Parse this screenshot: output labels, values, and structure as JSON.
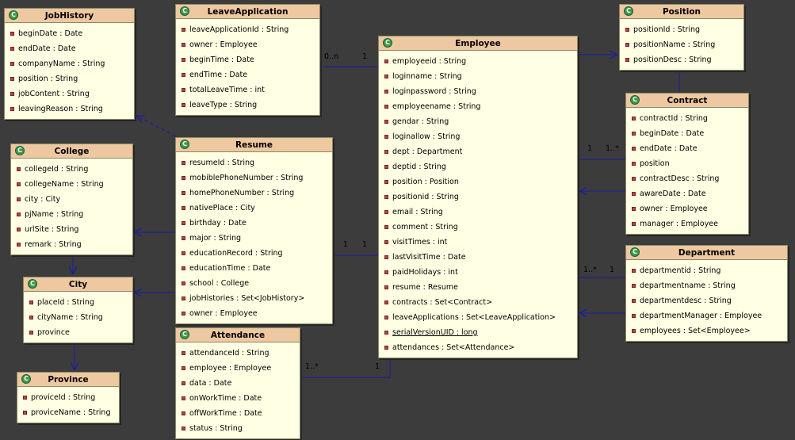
{
  "classes": {
    "jobhistory": {
      "name": "JobHistory",
      "attrs": [
        "beginDate : Date",
        "endDate : Date",
        "companyName : String",
        "position : String",
        "jobContent : String",
        "leavingReason : String"
      ]
    },
    "leaveapplication": {
      "name": "LeaveApplication",
      "attrs": [
        "leaveApplicationId : String",
        "owner : Employee",
        "beginTime : Date",
        "endTime : Date",
        "totalLeaveTime : int",
        "leaveType : String"
      ]
    },
    "position": {
      "name": "Position",
      "attrs": [
        "positionId : String",
        "positionName : String",
        "positionDesc : String"
      ]
    },
    "employee": {
      "name": "Employee",
      "attrs": [
        "employeeid : String",
        "loginname : String",
        "loginpassword : String",
        "employeename : String",
        "gendar : String",
        "loginallow : String",
        "dept : Department",
        "deptid : String",
        "position : Position",
        "positionid : String",
        "email : String",
        "comment : String",
        "visitTimes : int",
        "lastVisitTime : Date",
        "paidHolidays : int",
        "resume : Resume",
        "contracts : Set<Contract>",
        "leaveApplications : Set<LeaveApplication>",
        "serialVersionUID : long",
        "attendances : Set<Attendance>"
      ]
    },
    "contract": {
      "name": "Contract",
      "attrs": [
        "contractId : String",
        "beginDate : Date",
        "endDate : Date",
        "position",
        "contractDesc : String",
        "awareDate : Date",
        "owner : Employee",
        "manager : Employee"
      ]
    },
    "college": {
      "name": "College",
      "attrs": [
        "collegeId : String",
        "collegeName : String",
        "city : City",
        "pjName : String",
        "urlSite : String",
        "remark : String"
      ]
    },
    "resume": {
      "name": "Resume",
      "attrs": [
        "resumeId : String",
        "mobiblePhoneNumber : String",
        "homePhoneNumber : String",
        "nativePlace : City",
        "birthday : Date",
        "major : String",
        "educationRecord : String",
        "educationTime : Date",
        "school : College",
        "jobHistories : Set<JobHistory>",
        "owner : Employee"
      ]
    },
    "city": {
      "name": "City",
      "attrs": [
        "placeId : String",
        "cityName : String",
        "province"
      ]
    },
    "department": {
      "name": "Department",
      "attrs": [
        "departmentid : String",
        "departmentname : String",
        "departmentdesc : String",
        "departmentManager : Employee",
        "employees : Set<Employee>"
      ]
    },
    "attendance": {
      "name": "Attendance",
      "attrs": [
        "attendanceId : String",
        "employee : Employee",
        "data : Date",
        "onWorkTime : Date",
        "offWorkTime : Date",
        "status : String"
      ]
    },
    "province": {
      "name": "Province",
      "attrs": [
        "proviceId : String",
        "proviceName : String"
      ]
    }
  },
  "multiplicities": {
    "leave_many": "0..n",
    "leave_one": "1",
    "contract_one": "1",
    "contract_many": "1..*",
    "resume_left": "1",
    "resume_right": "1",
    "department_many": "1..*",
    "department_one": "1",
    "attendance_many": "1..*",
    "attendance_one": "1"
  },
  "icon_letter": "C",
  "colors": {
    "background": "#3c3c3c",
    "class_fill": "#ffffe3",
    "header_fill": "#eec8a0",
    "line": "#1a1aa8"
  }
}
